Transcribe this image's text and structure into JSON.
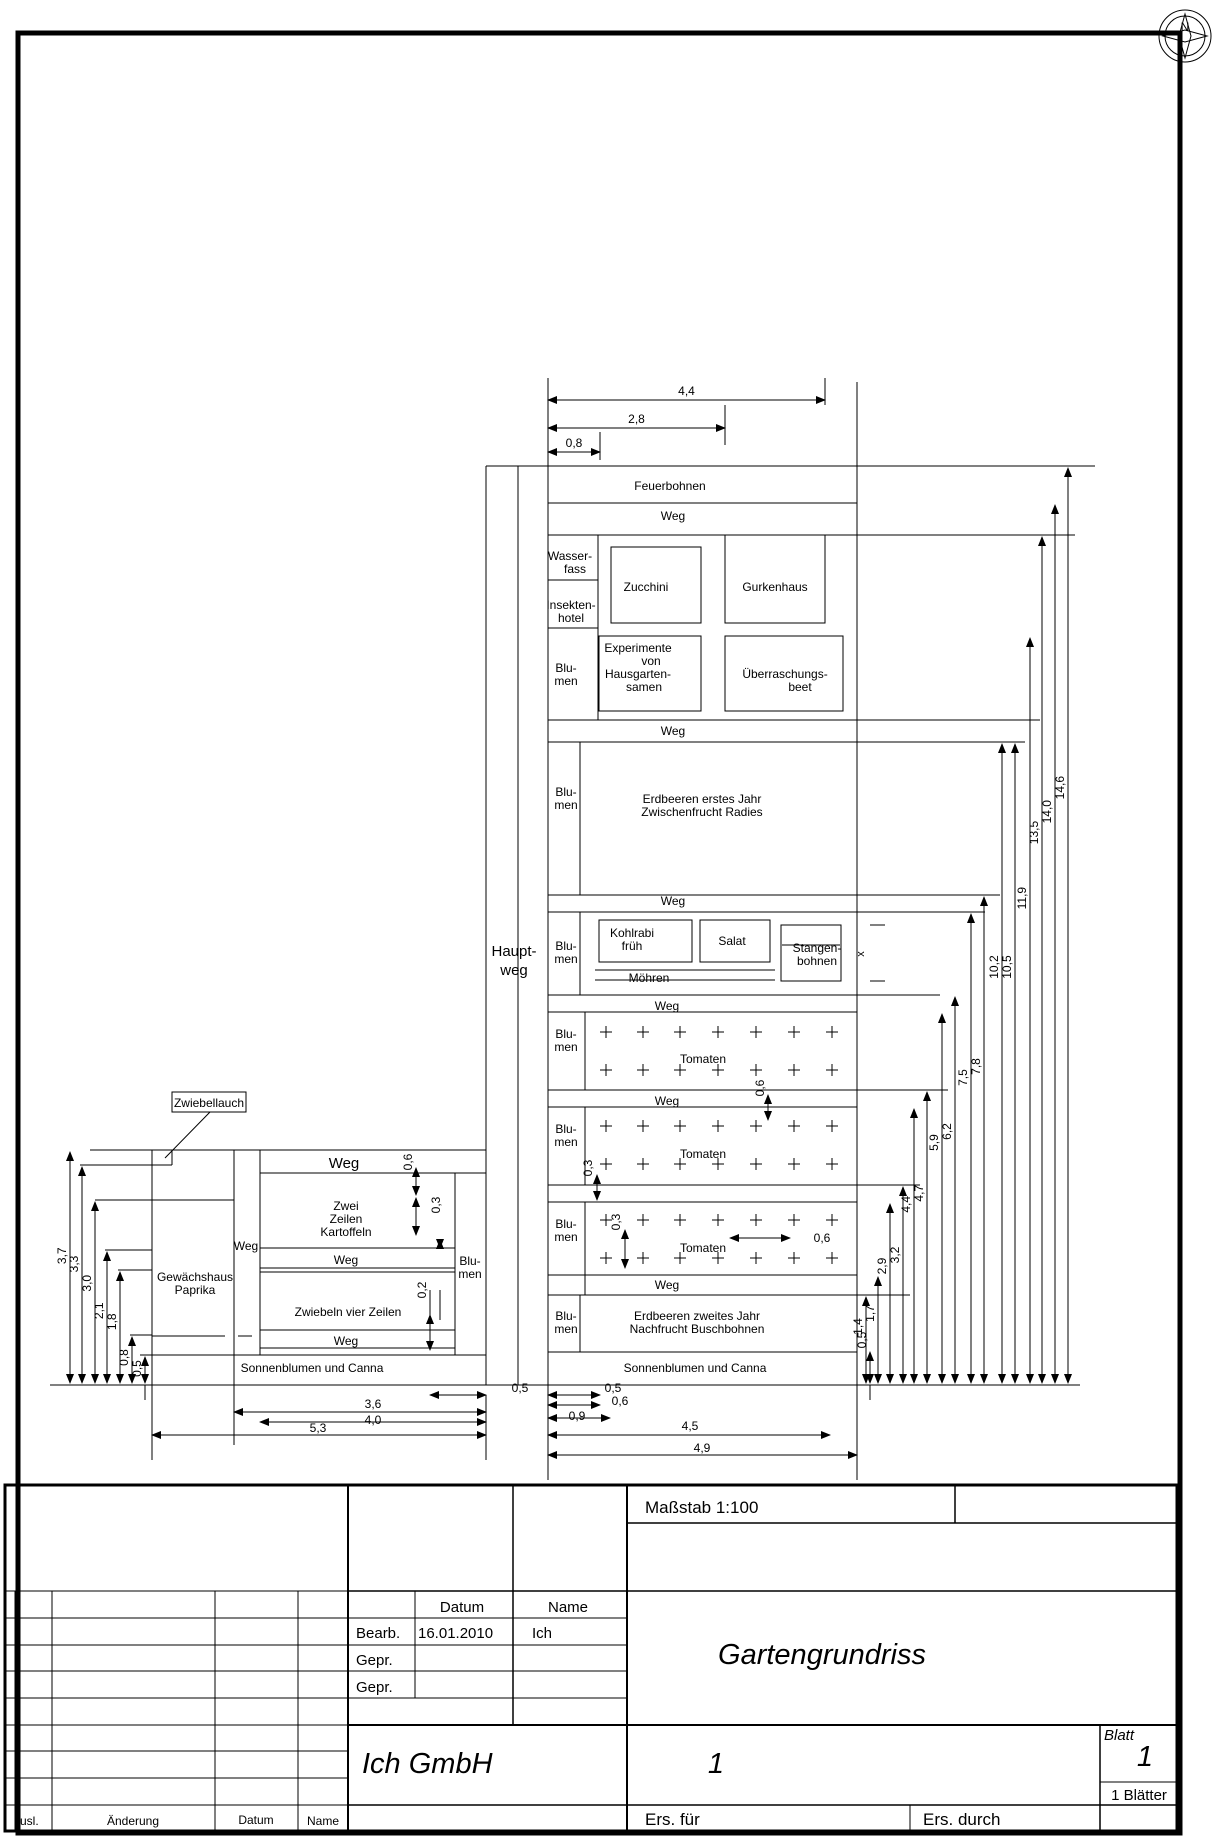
{
  "north_symbol": "N",
  "labels": {
    "feuerbohnen": "Feuerbohnen",
    "weg": "Weg",
    "wasserfass_1": "Wasser-",
    "wasserfass_2": "fass",
    "insekten_1": "Insekten-",
    "insekten_2": "hotel",
    "zucchini": "Zucchini",
    "gurkenhaus": "Gurkenhaus",
    "blumen_1": "Blu-",
    "blumen_2": "men",
    "exp_1": "Experimente",
    "exp_2": "von",
    "exp_3": "Hausgarten-",
    "exp_4": "samen",
    "ueber_1": "Überraschungs-",
    "ueber_2": "beet",
    "erdbeeren1_1": "Erdbeeren erstes Jahr",
    "erdbeeren1_2": "Zwischenfrucht Radies",
    "hauptweg_1": "Haupt-",
    "hauptweg_2": "weg",
    "kohlrabi_1": "Kohlrabi",
    "kohlrabi_2": "früh",
    "salat": "Salat",
    "stangen_1": "Stangen-",
    "stangen_2": "bohnen",
    "moehren": "Möhren",
    "tomaten": "Tomaten",
    "erdbeeren2_1": "Erdbeeren zweites Jahr",
    "erdbeeren2_2": "Nachfrucht Buschbohnen",
    "sonnenblumen": "Sonnenblumen und Canna",
    "zwiebellauch": "Zwiebellauch",
    "gewaechshaus_1": "Gewächshaus",
    "gewaechshaus_2": "Paprika",
    "kartoffeln_1": "Zwei",
    "kartoffeln_2": "Zeilen",
    "kartoffeln_3": "Kartoffeln",
    "zwiebeln": "Zwiebeln vier Zeilen",
    "blumen_full_1": "Blu-",
    "blumen_full_2": "men"
  },
  "dimensions": {
    "top": [
      "4,4",
      "2,8",
      "0,8"
    ],
    "right": [
      "14,6",
      "14,0",
      "13,5",
      "11,9",
      "10,5",
      "10,2",
      "7,8",
      "7,5",
      "6,2",
      "5,9",
      "4,7",
      "4,4",
      "3,2",
      "2,9",
      "1,7",
      "1,4",
      "0,5"
    ],
    "left": [
      "3,7",
      "3,3",
      "3,0",
      "2,1",
      "1,8",
      "0,8",
      "0,5"
    ],
    "small": [
      "0,6",
      "0,3",
      "0,2",
      "0,6",
      "0,3",
      "0,3",
      "0,6",
      "0,5",
      "0,5",
      "0,6",
      "0,9"
    ],
    "bottom_left": [
      "3,6",
      "4,0",
      "5,3"
    ],
    "bottom_right": [
      "4,5",
      "4,9"
    ],
    "x_marker": "x"
  },
  "titleblock": {
    "massstab": "Maßstab 1:100",
    "col_datum": "Datum",
    "col_name": "Name",
    "bearb": "Bearb.",
    "bearb_datum": "16.01.2010",
    "bearb_name": "Ich",
    "gepr1": "Gepr.",
    "gepr2": "Gepr.",
    "drawing_title": "Gartengrundriss",
    "company": "Ich GmbH",
    "number": "1",
    "blatt_label": "Blatt",
    "blatt_nr": "1",
    "blaetter": "1 Blätter",
    "ers_fuer": "Ers. für",
    "ers_durch": "Ers. durch",
    "rev_ausl": "usl.",
    "rev_aenderung": "Änderung",
    "rev_datum": "Datum",
    "rev_name": "Name"
  }
}
